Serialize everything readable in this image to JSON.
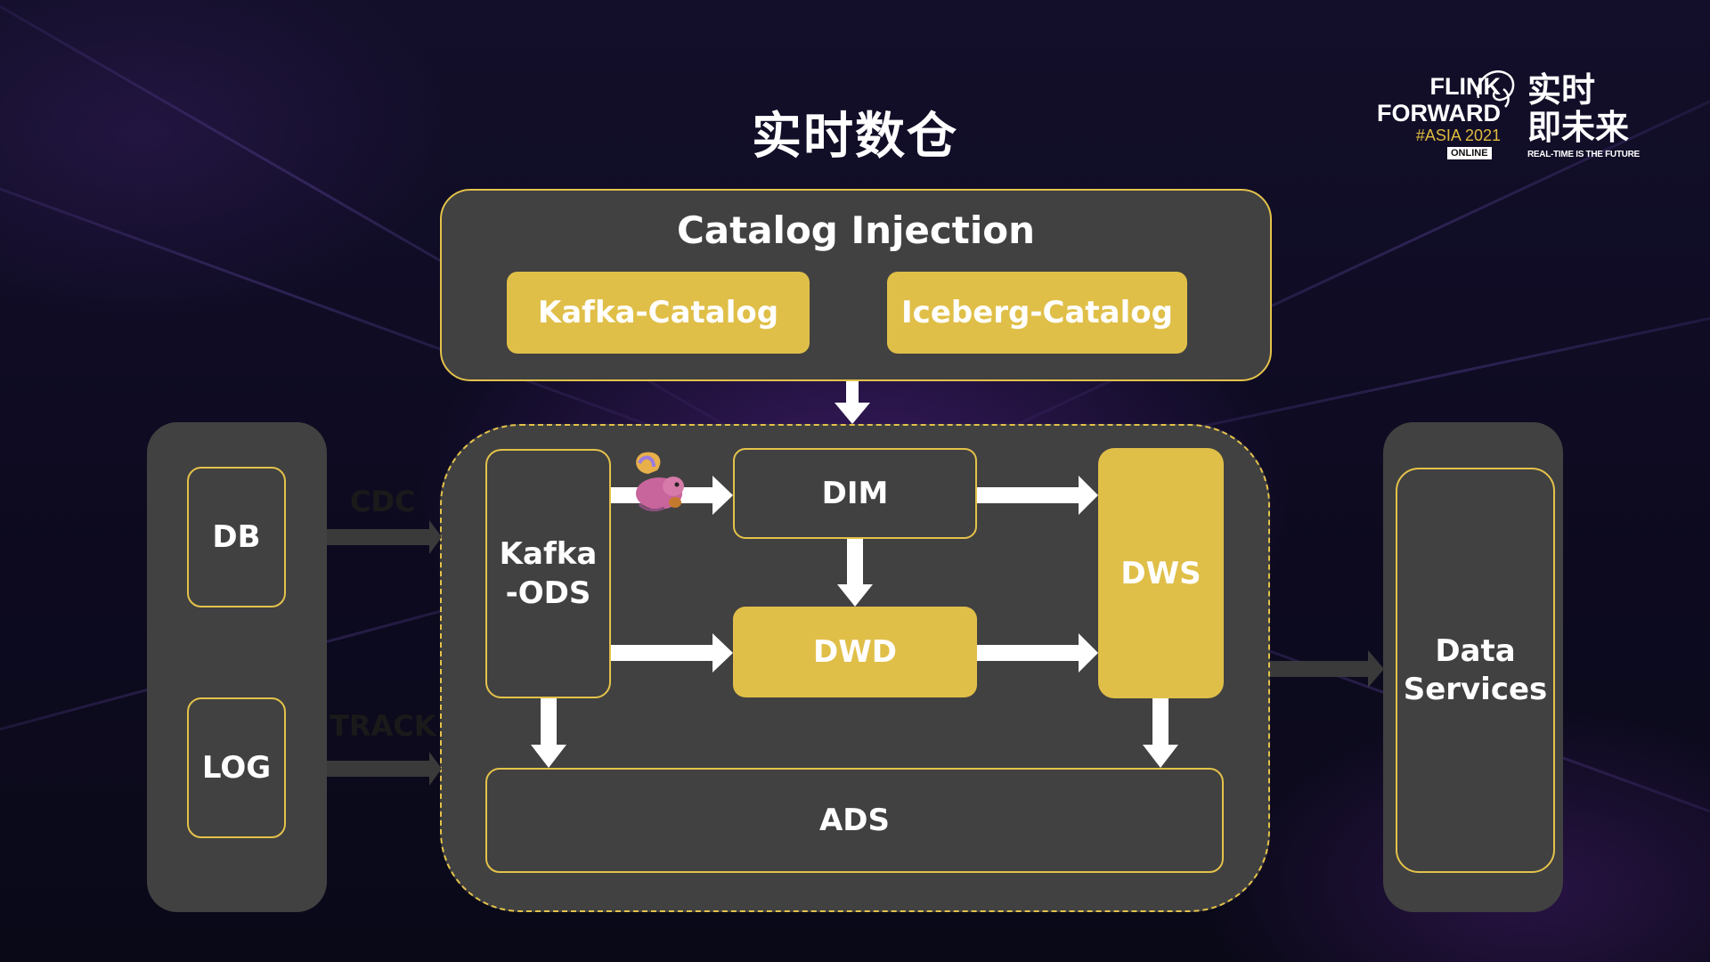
{
  "slide": {
    "title": "实时数仓"
  },
  "logo": {
    "line1": "FLINK",
    "line2": "FORWARD",
    "event": "#ASIA 2021",
    "badge": "ONLINE",
    "cn_line1": "实时",
    "cn_line2": "即未来",
    "tagline": "REAL-TIME IS THE FUTURE"
  },
  "catalog": {
    "title": "Catalog Injection",
    "kafka_catalog": "Kafka-Catalog",
    "iceberg_catalog": "Iceberg-Catalog"
  },
  "sources": {
    "db": "DB",
    "log": "LOG",
    "cdc_label": "CDC",
    "track_label": "TRACK"
  },
  "warehouse": {
    "ods_line1": "Kafka",
    "ods_line2": "-ODS",
    "dim": "DIM",
    "dwd": "DWD",
    "dws": "DWS",
    "ads": "ADS"
  },
  "services": {
    "line1": "Data",
    "line2": "Services"
  },
  "colors": {
    "gold": "#e0bf48",
    "panel": "#414141",
    "arrow": "#ffffff",
    "connector": "#3a3a3a"
  }
}
